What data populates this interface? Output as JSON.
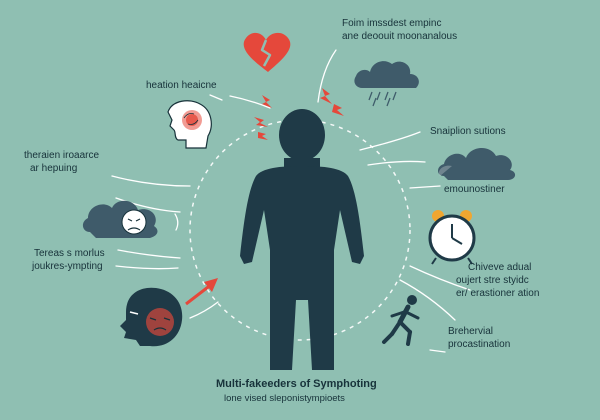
{
  "labels": {
    "top_right": [
      "Foim imssdest empinc",
      "ane deoouit moonanalous"
    ],
    "heation": "heation heaicne",
    "therapen": [
      "theraien iroaarce",
      "ar hepuing"
    ],
    "snapion": "Snaiplion sutions",
    "emounos": "emounostiner",
    "tereas": [
      "Tereas s morlus",
      "joukres-ympting"
    ],
    "chiveve": [
      "Chiveve adual",
      "oujert stre styidc",
      "er/ erastioner ation"
    ],
    "brehervial": [
      "Brehervial",
      "procastination"
    ]
  },
  "footer": {
    "title": "Multi-fakeeders of Symphoting",
    "subtitle": "lone vised sleponistympioets"
  },
  "colors": {
    "background": "#8fbfb2",
    "figure": "#1f3a47",
    "accent_red": "#e5483b",
    "cloud": "#3f5b6a",
    "dashed": "#ffffff"
  }
}
